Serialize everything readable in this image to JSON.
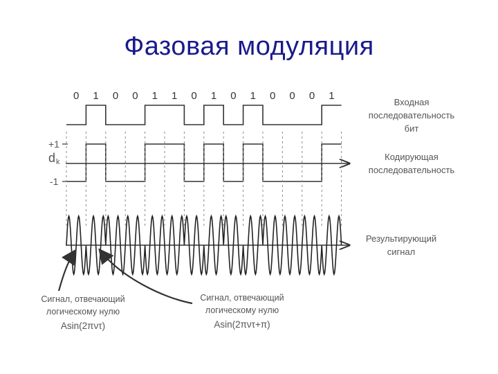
{
  "title": "Фазовая модуляция",
  "bits": [
    "0",
    "1",
    "0",
    "0",
    "1",
    "1",
    "0",
    "1",
    "0",
    "1",
    "0",
    "0",
    "0",
    "1"
  ],
  "labels": {
    "input_line1": "Входная",
    "input_line2": "последовательность",
    "input_line3": "бит",
    "coding_line1": "Кодирующая",
    "coding_line2": "последовательность",
    "result_line1": "Результирующий",
    "result_line2": "сигнал",
    "plus_one": "+1",
    "minus_one": "-1",
    "dk_main": "d",
    "dk_sub": "k",
    "zero_line1": "Сигнал, отвечающий",
    "zero_line2": "логическому нулю",
    "zero_line3": "Asin(2πντ)",
    "one_line1": "Сигнал, отвечающий",
    "one_line2": "логическому нулю",
    "one_line3": "Asin(2πντ+π)"
  },
  "colors": {
    "title": "#1a1a8c",
    "line": "#333333",
    "label": "#555555"
  }
}
